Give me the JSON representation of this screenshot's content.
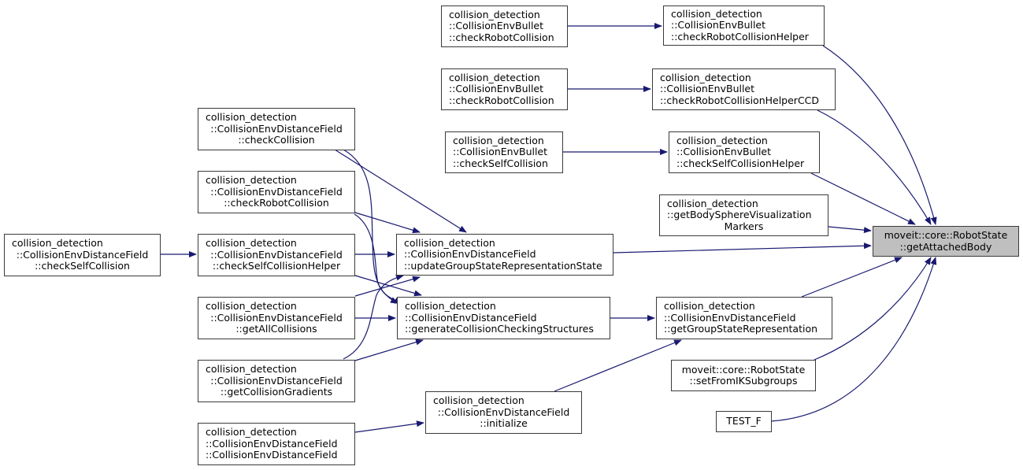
{
  "graph": {
    "type": "doxygen-caller-graph",
    "edge_color": "#191970",
    "target_fill": "#bfbfbf",
    "nodes": {
      "target": {
        "lines": [
          "moveit::core::RobotState",
          "::getAttachedBody"
        ]
      },
      "bullet_checkRobotCollisionHelper": {
        "lines": [
          "collision_detection",
          "::CollisionEnvBullet",
          "::checkRobotCollisionHelper"
        ]
      },
      "bullet_checkRobotCollisionHelperCCD": {
        "lines": [
          "collision_detection",
          "::CollisionEnvBullet",
          "::checkRobotCollisionHelperCCD"
        ]
      },
      "bullet_checkSelfCollisionHelper": {
        "lines": [
          "collision_detection",
          "::CollisionEnvBullet",
          "::checkSelfCollisionHelper"
        ]
      },
      "getBodySphereVisualizationMarkers": {
        "lines": [
          "collision_detection",
          "::getBodySphereVisualization",
          "Markers"
        ]
      },
      "df_updateGroupStateRepresentationState": {
        "lines": [
          "collision_detection",
          "::CollisionEnvDistanceField",
          "::updateGroupStateRepresentationState"
        ]
      },
      "df_generateCollisionCheckingStructures": {
        "lines": [
          "collision_detection",
          "::CollisionEnvDistanceField",
          "::generateCollisionCheckingStructures"
        ]
      },
      "df_getGroupStateRepresentation": {
        "lines": [
          "collision_detection",
          "::CollisionEnvDistanceField",
          "::getGroupStateRepresentation"
        ]
      },
      "setFromIKSubgroups": {
        "lines": [
          "moveit::core::RobotState",
          "::setFromIKSubgroups"
        ]
      },
      "test_f": {
        "lines": [
          "TEST_F"
        ]
      },
      "bullet_checkRobotCollision_1": {
        "lines": [
          "collision_detection",
          "::CollisionEnvBullet",
          "::checkRobotCollision"
        ]
      },
      "bullet_checkRobotCollision_2": {
        "lines": [
          "collision_detection",
          "::CollisionEnvBullet",
          "::checkRobotCollision"
        ]
      },
      "bullet_checkSelfCollision": {
        "lines": [
          "collision_detection",
          "::CollisionEnvBullet",
          "::checkSelfCollision"
        ]
      },
      "df_checkCollision": {
        "lines": [
          "collision_detection",
          "::CollisionEnvDistanceField",
          "::checkCollision"
        ]
      },
      "df_checkRobotCollision": {
        "lines": [
          "collision_detection",
          "::CollisionEnvDistanceField",
          "::checkRobotCollision"
        ]
      },
      "df_checkSelfCollisionHelper": {
        "lines": [
          "collision_detection",
          "::CollisionEnvDistanceField",
          "::checkSelfCollisionHelper"
        ]
      },
      "df_getAllCollisions": {
        "lines": [
          "collision_detection",
          "::CollisionEnvDistanceField",
          "::getAllCollisions"
        ]
      },
      "df_getCollisionGradients": {
        "lines": [
          "collision_detection",
          "::CollisionEnvDistanceField",
          "::getCollisionGradients"
        ]
      },
      "df_CollisionEnvDistanceField": {
        "lines": [
          "collision_detection",
          "::CollisionEnvDistanceField",
          "::CollisionEnvDistanceField"
        ]
      },
      "df_checkSelfCollision": {
        "lines": [
          "collision_detection",
          "::CollisionEnvDistanceField",
          "::checkSelfCollision"
        ]
      },
      "df_initialize": {
        "lines": [
          "collision_detection",
          "::CollisionEnvDistanceField",
          "::initialize"
        ]
      }
    },
    "edges": [
      {
        "from": "bullet_checkRobotCollision_1",
        "to": "bullet_checkRobotCollisionHelper"
      },
      {
        "from": "bullet_checkRobotCollision_2",
        "to": "bullet_checkRobotCollisionHelperCCD"
      },
      {
        "from": "bullet_checkSelfCollision",
        "to": "bullet_checkSelfCollisionHelper"
      },
      {
        "from": "bullet_checkRobotCollisionHelper",
        "to": "target"
      },
      {
        "from": "bullet_checkRobotCollisionHelperCCD",
        "to": "target"
      },
      {
        "from": "bullet_checkSelfCollisionHelper",
        "to": "target"
      },
      {
        "from": "getBodySphereVisualizationMarkers",
        "to": "target"
      },
      {
        "from": "df_updateGroupStateRepresentationState",
        "to": "target"
      },
      {
        "from": "df_getGroupStateRepresentation",
        "to": "target"
      },
      {
        "from": "setFromIKSubgroups",
        "to": "target"
      },
      {
        "from": "test_f",
        "to": "target"
      },
      {
        "from": "df_generateCollisionCheckingStructures",
        "to": "df_getGroupStateRepresentation"
      },
      {
        "from": "df_initialize",
        "to": "df_getGroupStateRepresentation"
      },
      {
        "from": "df_checkSelfCollision",
        "to": "df_checkSelfCollisionHelper"
      },
      {
        "from": "df_checkCollision",
        "to": "df_updateGroupStateRepresentationState"
      },
      {
        "from": "df_checkCollision",
        "to": "df_generateCollisionCheckingStructures"
      },
      {
        "from": "df_checkRobotCollision",
        "to": "df_updateGroupStateRepresentationState"
      },
      {
        "from": "df_checkRobotCollision",
        "to": "df_generateCollisionCheckingStructures"
      },
      {
        "from": "df_checkSelfCollisionHelper",
        "to": "df_updateGroupStateRepresentationState"
      },
      {
        "from": "df_checkSelfCollisionHelper",
        "to": "df_generateCollisionCheckingStructures"
      },
      {
        "from": "df_getAllCollisions",
        "to": "df_updateGroupStateRepresentationState"
      },
      {
        "from": "df_getAllCollisions",
        "to": "df_generateCollisionCheckingStructures"
      },
      {
        "from": "df_getCollisionGradients",
        "to": "df_updateGroupStateRepresentationState"
      },
      {
        "from": "df_getCollisionGradients",
        "to": "df_generateCollisionCheckingStructures"
      },
      {
        "from": "df_CollisionEnvDistanceField",
        "to": "df_initialize"
      }
    ]
  }
}
